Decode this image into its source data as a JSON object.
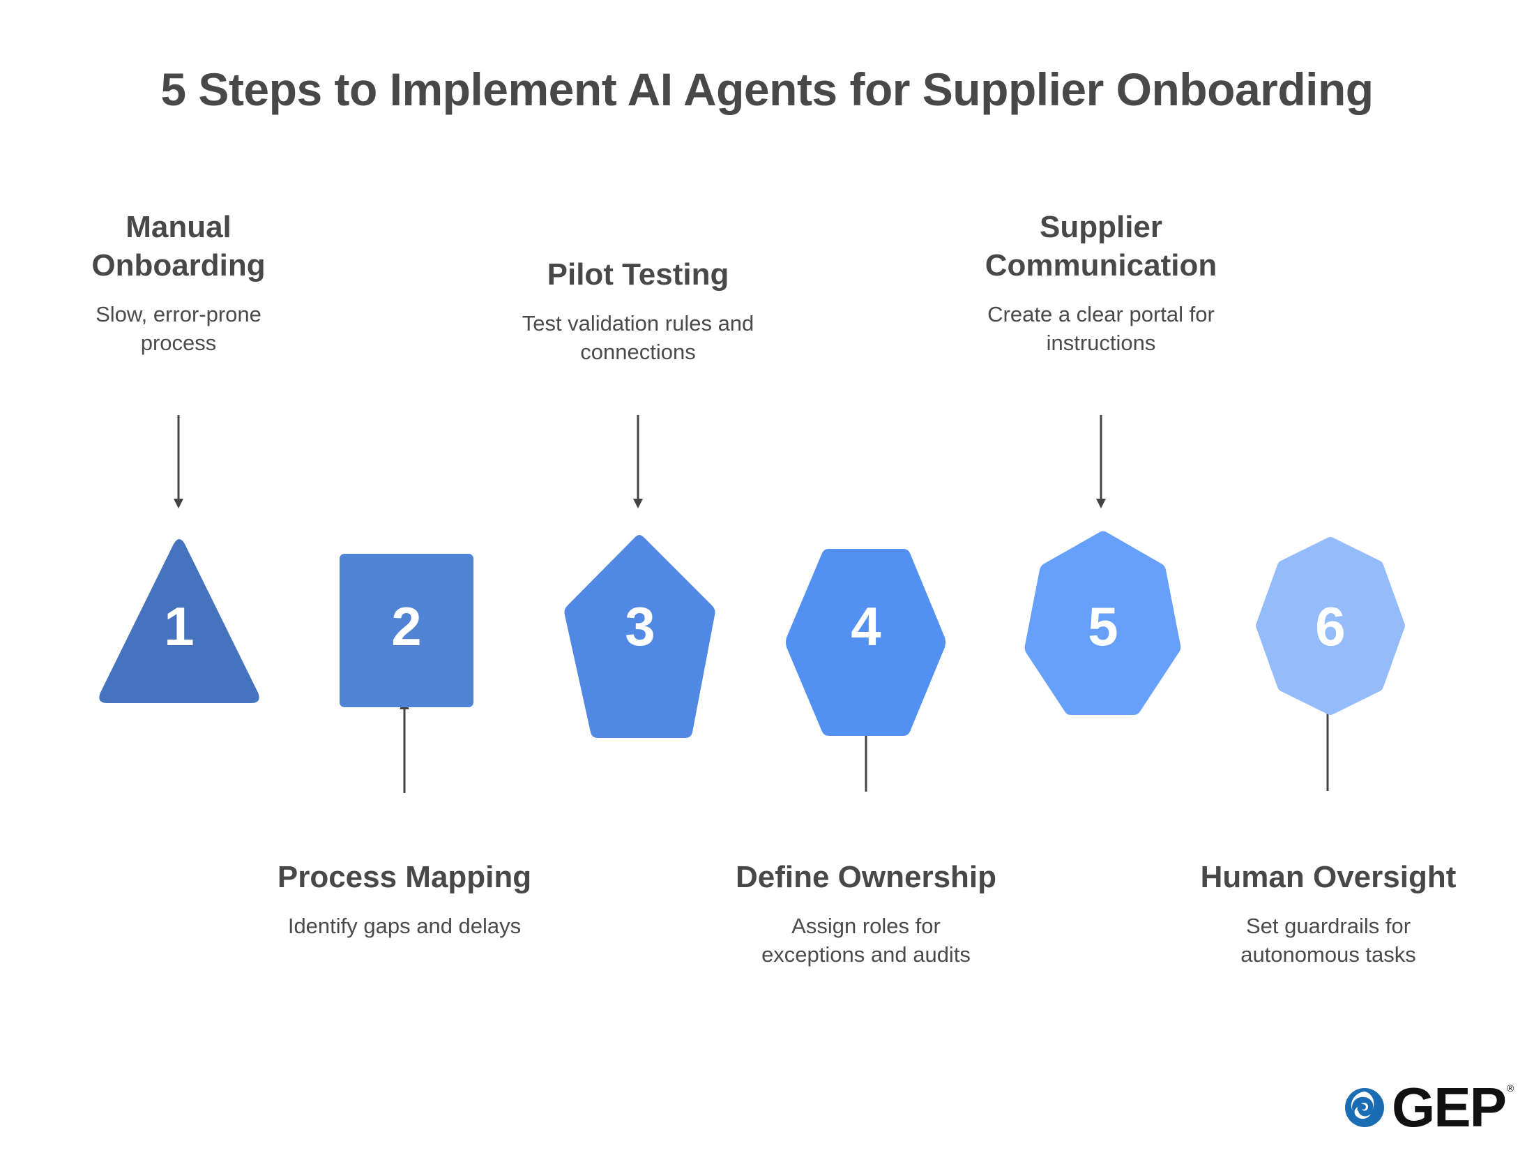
{
  "title": "5 Steps to Implement AI Agents for Supplier Onboarding",
  "steps": [
    {
      "number": "1",
      "shape": "triangle",
      "color": "#4573bd",
      "label_position": "top",
      "heading_lines": [
        "Manual",
        "Onboarding"
      ],
      "desc_lines": [
        "Slow, error-prone",
        "process"
      ]
    },
    {
      "number": "2",
      "shape": "square",
      "color": "#5083d4",
      "label_position": "bottom",
      "heading_lines": [
        "Process Mapping"
      ],
      "desc_lines": [
        "Identify gaps and delays"
      ]
    },
    {
      "number": "3",
      "shape": "pentagon",
      "color": "#5088e3",
      "label_position": "top",
      "heading_lines": [
        "Pilot Testing"
      ],
      "desc_lines": [
        "Test validation rules and",
        "connections"
      ]
    },
    {
      "number": "4",
      "shape": "hexagon",
      "color": "#5290f2",
      "label_position": "bottom",
      "heading_lines": [
        "Define Ownership"
      ],
      "desc_lines": [
        "Assign roles for",
        "exceptions and audits"
      ]
    },
    {
      "number": "5",
      "shape": "heptagon",
      "color": "#67a0fa",
      "label_position": "top",
      "heading_lines": [
        "Supplier",
        "Communication"
      ],
      "desc_lines": [
        "Create a clear portal for",
        "instructions"
      ]
    },
    {
      "number": "6",
      "shape": "octagon",
      "color": "#94bcfb",
      "label_position": "bottom",
      "heading_lines": [
        "Human Oversight"
      ],
      "desc_lines": [
        "Set guardrails for",
        "autonomous tasks"
      ]
    }
  ],
  "colors": {
    "text": "#484848",
    "arrow": "#444444",
    "logo_swirl": "#1b6db3",
    "logo_text": "#111111"
  },
  "logo": {
    "text": "GEP",
    "registered": "®",
    "icon": "swirl-icon"
  }
}
